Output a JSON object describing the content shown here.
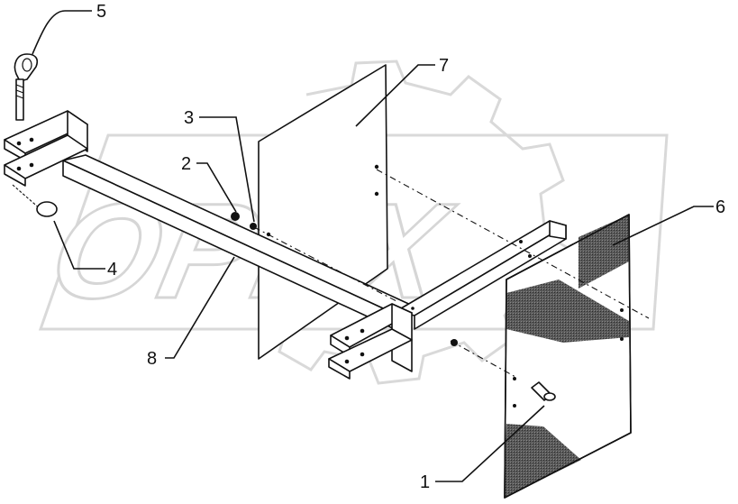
{
  "watermark": {
    "text": "OPEX"
  },
  "corner_mark": "",
  "callouts": [
    {
      "id": "1",
      "label": "1"
    },
    {
      "id": "2",
      "label": "2"
    },
    {
      "id": "3",
      "label": "3"
    },
    {
      "id": "4",
      "label": "4"
    },
    {
      "id": "5",
      "label": "5"
    },
    {
      "id": "6",
      "label": "6"
    },
    {
      "id": "7",
      "label": "7"
    },
    {
      "id": "8",
      "label": "8"
    }
  ],
  "colors": {
    "line": "#111111",
    "watermark": "#d6d6d6",
    "board_hatch": "#4a4a4a"
  }
}
